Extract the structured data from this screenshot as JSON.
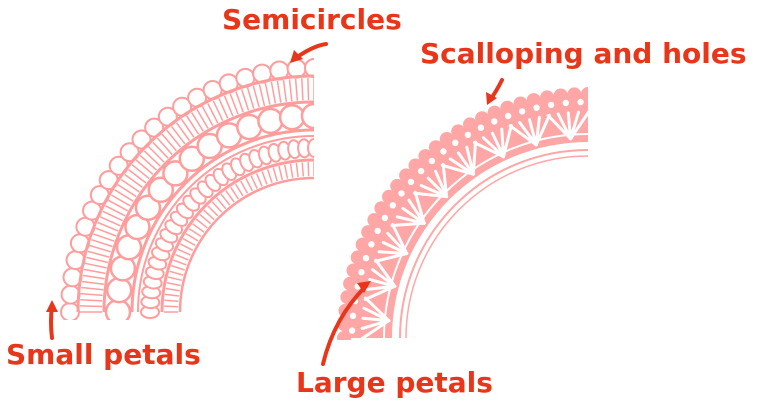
{
  "labels": {
    "semicircles": "Semicircles",
    "scalloping": "Scalloping and holes",
    "small_petals": "Small petals",
    "large_petals": "Large petals"
  },
  "colors": {
    "label": "#e8361a",
    "lace_fill": "#ffa6a6",
    "lace_line": "#ff9d9d",
    "background": "#ffffff"
  },
  "icons": [
    "arrow-icon"
  ]
}
